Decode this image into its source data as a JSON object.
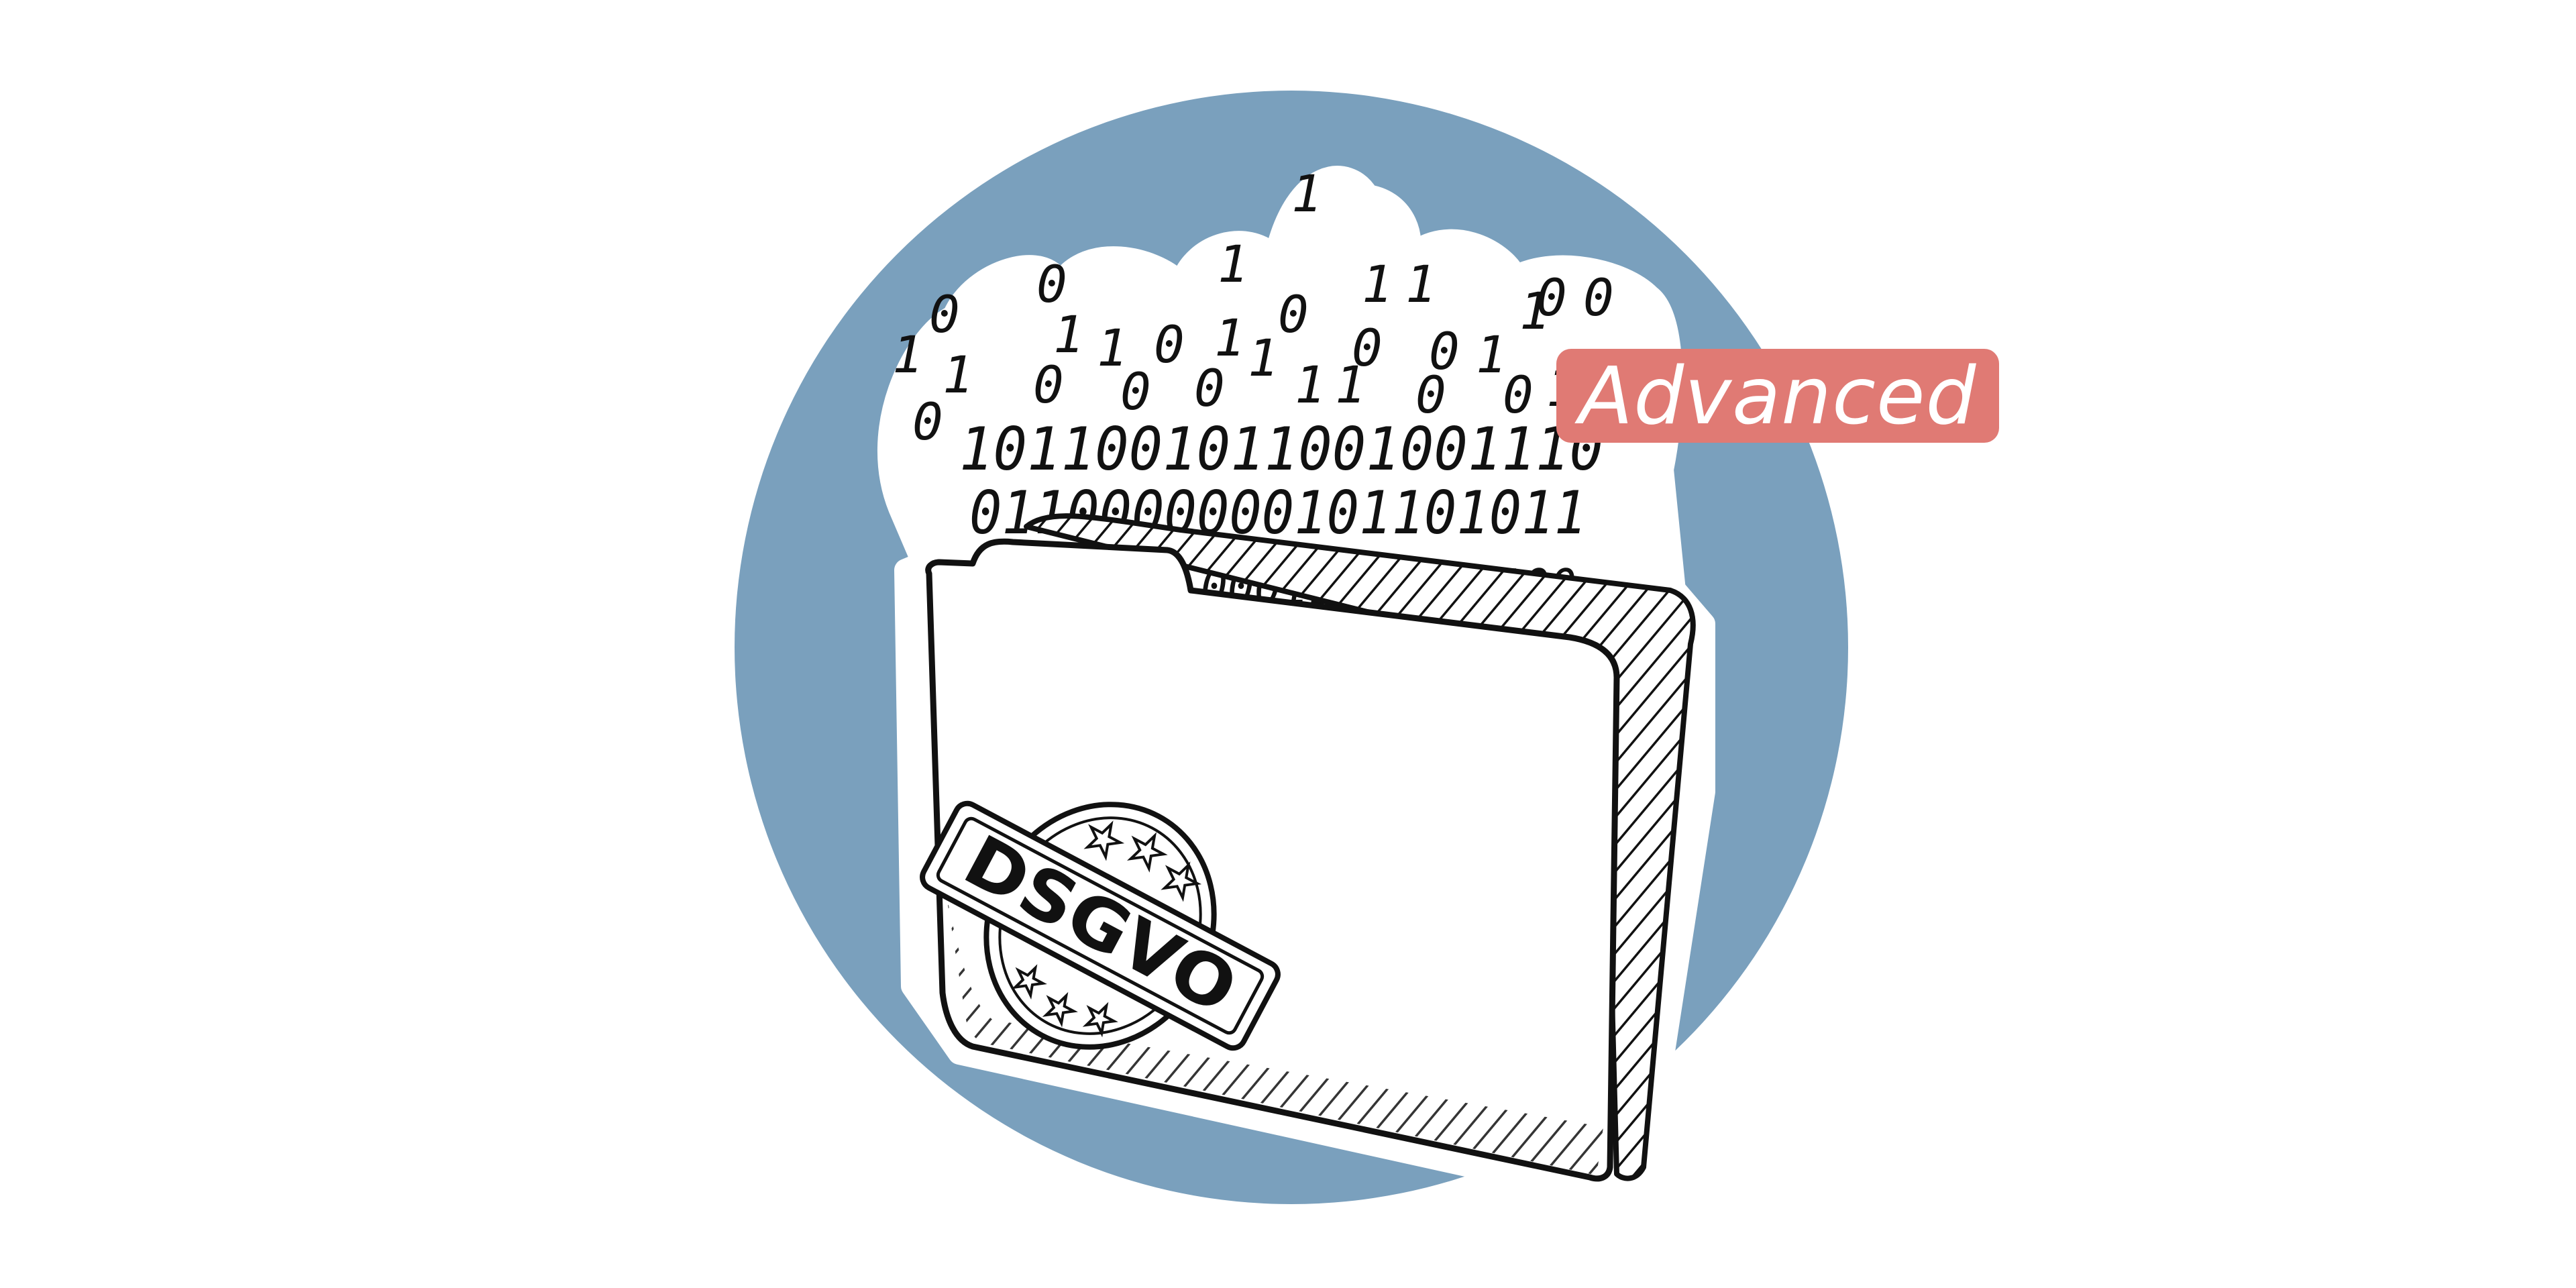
{
  "badge": {
    "label": "Advanced",
    "color": "#e07a74",
    "text_color": "#ffffff"
  },
  "stamp": {
    "label": "DSGVO"
  },
  "binary_rows": [
    "1011001011001001110",
    "0110000000101101011",
    "00011001100100"
  ],
  "scattered_digits": [
    "0",
    "0",
    "1",
    "1",
    "0",
    "0",
    "1",
    "1",
    "0",
    "0",
    "1",
    "1",
    "1",
    "0",
    "1",
    "1",
    "0",
    "0",
    "0",
    "1",
    "1",
    "0",
    "1",
    "0",
    "0",
    "1",
    "1",
    "0",
    "1"
  ],
  "colors": {
    "background": "#ffffff",
    "circle": "#7aa0bd",
    "ink": "#111111"
  },
  "icons": [
    "folder-icon",
    "binary-data-cloud",
    "stamp-icon",
    "star-icon"
  ]
}
